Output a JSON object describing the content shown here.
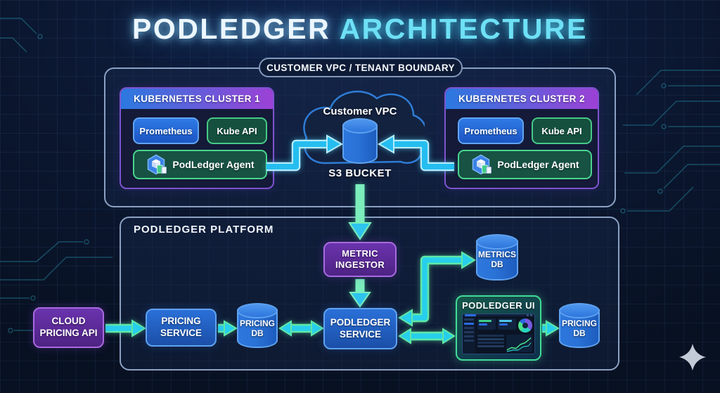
{
  "title": {
    "primary": "PODLEDGER",
    "secondary": "ARCHITECTURE"
  },
  "boundary": {
    "label": "CUSTOMER VPC / TENANT BOUNDARY"
  },
  "clusters": [
    {
      "header": "KUBERNETES CLUSTER 1",
      "prometheus": "Prometheus",
      "kube_api": "Kube API",
      "agent": "PodLedger Agent"
    },
    {
      "header": "KUBERNETES CLUSTER 2",
      "prometheus": "Prometheus",
      "kube_api": "Kube API",
      "agent": "PodLedger Agent"
    }
  ],
  "vpc_cloud": {
    "label": "Customer VPC",
    "bucket_label": "S3 BUCKET"
  },
  "platform": {
    "label": "PODLEDGER PLATFORM",
    "metric_ingestor": "METRIC INGESTOR",
    "metrics_db": "METRICS DB",
    "pricing_service": "PRICING SERVICE",
    "pricing_db_left": "PRICING DB",
    "podledger_service": "PODLEDGER SERVICE",
    "podledger_ui": "PODLEDGER UI",
    "pricing_db_right": "PRICING DB"
  },
  "external": {
    "cloud_pricing_api": "CLOUD PRICING API"
  },
  "colors": {
    "background": "#0b1730",
    "title_primary": "#ecf7ff",
    "title_accent": "#6ee0f6",
    "arrow_cyan": "#25bdf0",
    "arrow_green": "#5fe8a6",
    "cluster_header_gradient_start": "#2b79e0",
    "cluster_header_gradient_end": "#9c41d6",
    "blue_node": "#2a70d8",
    "green_node_border": "#4ad58e",
    "purple_node": "#5e2a9e",
    "cylinder_blue": "#2d77dd",
    "ui_border_green": "#43db96"
  }
}
